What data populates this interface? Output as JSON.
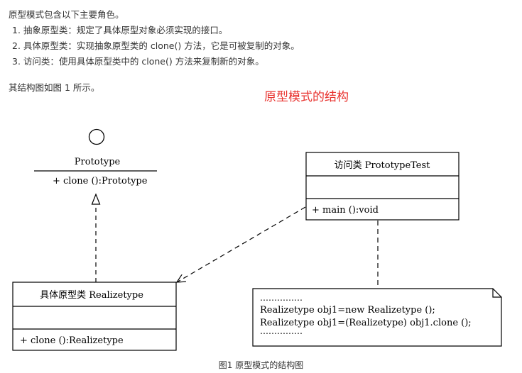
{
  "intro": {
    "heading": "原型模式包含以下主要角色。",
    "roles": [
      "1. 抽象原型类：规定了具体原型对象必须实现的接口。",
      "2. 具体原型类：实现抽象原型类的 clone() 方法，它是可被复制的对象。",
      "3. 访问类：使用具体原型类中的 clone() 方法来复制新的对象。"
    ],
    "structure_text": "其结构图如图 1 所示。"
  },
  "diagram": {
    "title": "原型模式的结构",
    "prototype": {
      "name": "Prototype",
      "method": "+ clone ():Prototype"
    },
    "prototype_test": {
      "name": "访问类  PrototypeTest",
      "method": "+ main ():void"
    },
    "realizetype": {
      "name": "具体原型类  Realizetype",
      "method": "+ clone ():Realizetype"
    },
    "note": {
      "lines": [
        "……………",
        "Realizetype obj1=new Realizetype ();",
        "Realizetype obj1=(Realizetype) obj1.clone ();",
        "……………"
      ]
    }
  },
  "caption": "图1 原型模式的结构图"
}
